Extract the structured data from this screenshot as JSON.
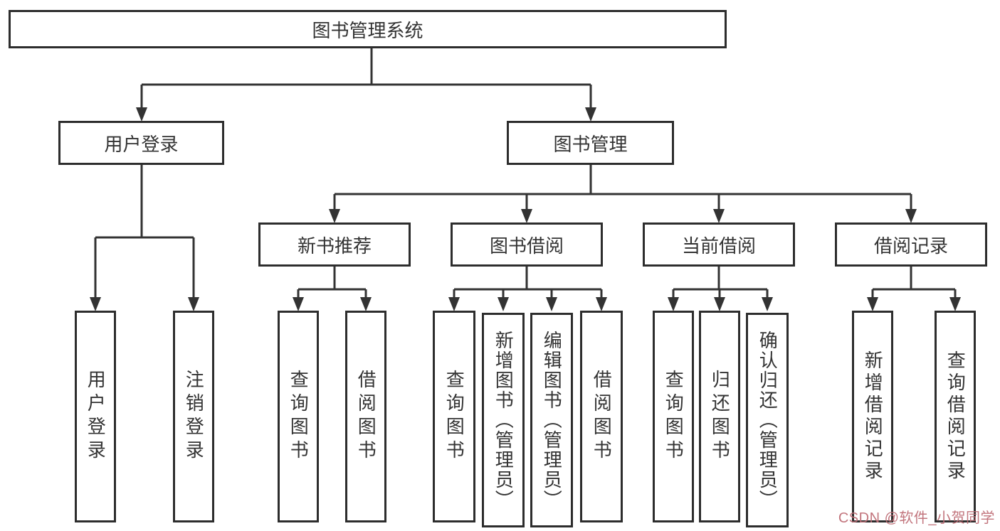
{
  "diagram": {
    "root": "图书管理系统",
    "level1": [
      "用户登录",
      "图书管理"
    ],
    "level2": [
      "新书推荐",
      "图书借阅",
      "当前借阅",
      "借阅记录"
    ],
    "leaves": {
      "user_login": [
        "用户登录",
        "注销登录"
      ],
      "new_books": [
        "查询图书",
        "借阅图书"
      ],
      "book_borrow": [
        "查询图书",
        "新增图书（管理员）",
        "编辑图书（管理员）",
        "借阅图书"
      ],
      "current_borrow": [
        "查询图书",
        "归还图书",
        "确认归还（管理员）"
      ],
      "borrow_records": [
        "新增借阅记录",
        "查询借阅记录"
      ]
    },
    "line_color": "#333333",
    "box_border_color": "#2d2d2d",
    "background_color": "#ffffff"
  },
  "watermark": {
    "text": "CSDN @软件_小贺同学",
    "color": "#bf6e76"
  }
}
